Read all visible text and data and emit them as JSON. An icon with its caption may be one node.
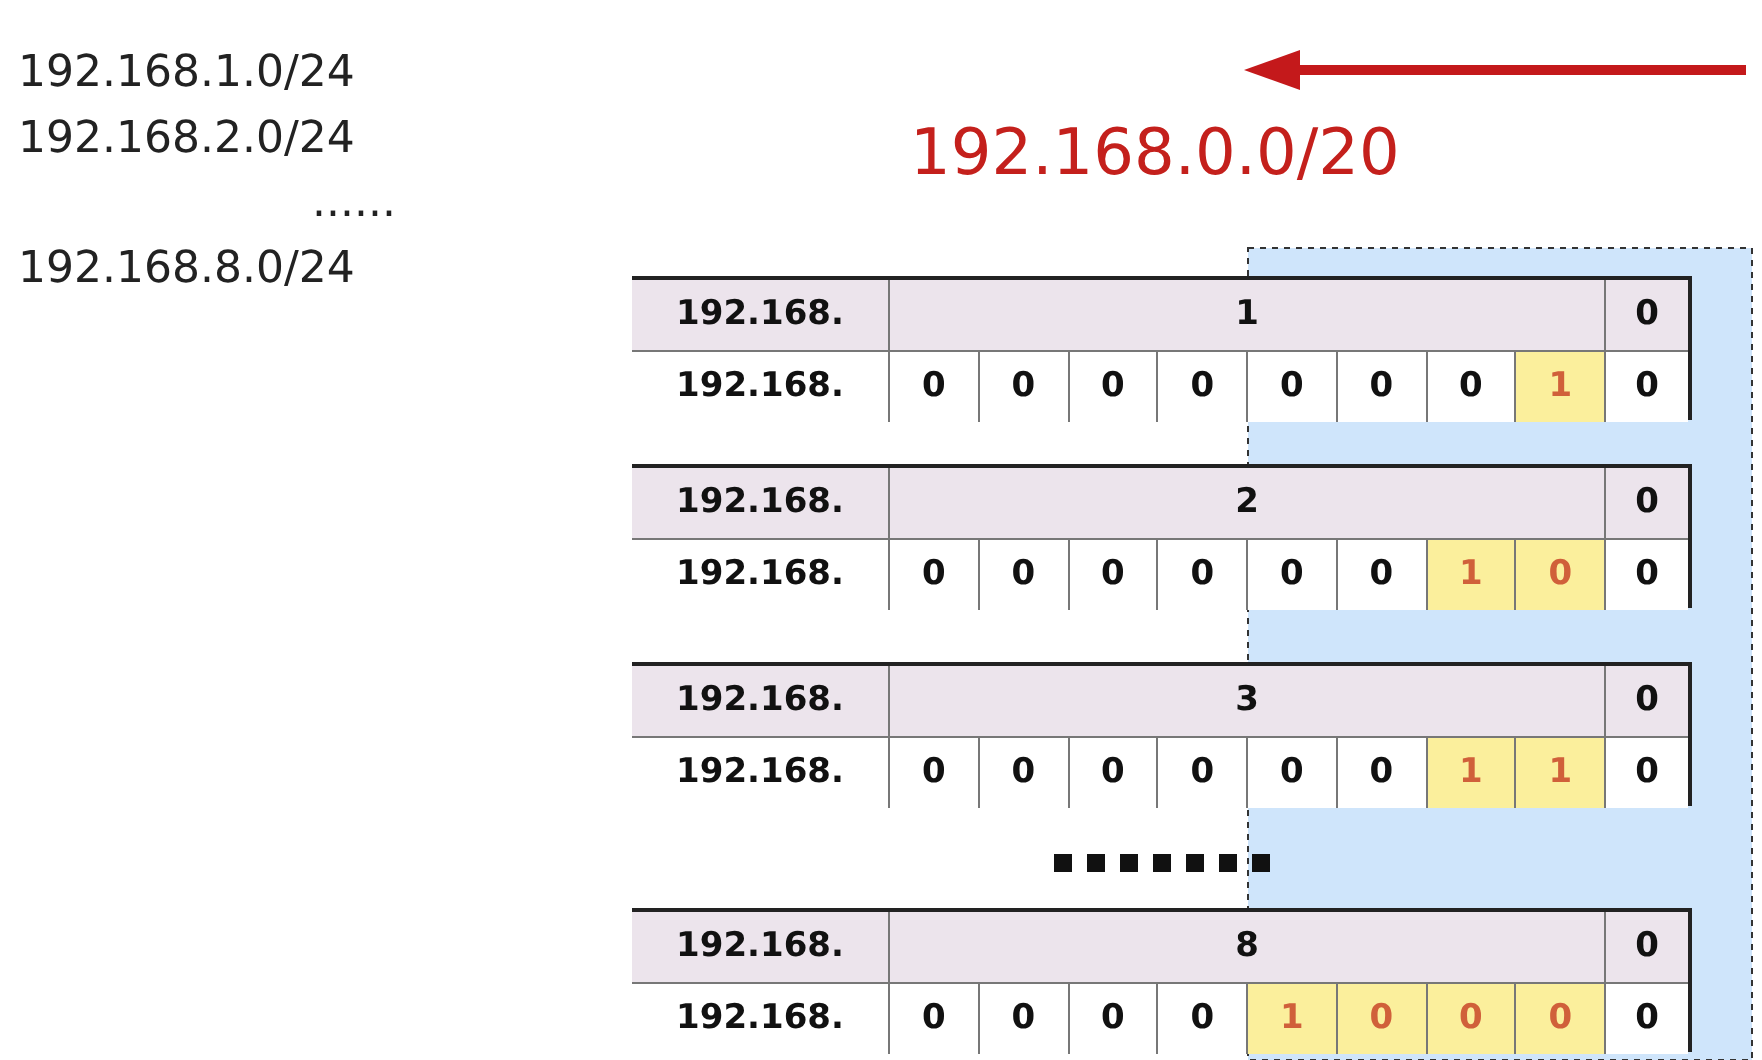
{
  "diagram": {
    "labels": [
      "192.168.1.0/24",
      "192.168.2.0/24",
      "......",
      "192.168.8.0/24",
      "192.168.0.0/20",
      "192.168.",
      "1",
      "0",
      "192.168.",
      "0",
      "0",
      "0",
      "0",
      "0",
      "0",
      "0",
      "1",
      "0",
      "192.168.",
      "2",
      "0",
      "192.168.",
      "0",
      "0",
      "0",
      "0",
      "0",
      "0",
      "1",
      "0",
      "0",
      "192.168.",
      "3",
      "0",
      "192.168.",
      "0",
      "0",
      "0",
      "0",
      "0",
      "0",
      "1",
      "1",
      "0",
      "192.168.",
      "8",
      "0",
      "192.168.",
      "0",
      "0",
      "0",
      "0",
      "1",
      "0",
      "0",
      "0",
      "0"
    ]
  }
}
